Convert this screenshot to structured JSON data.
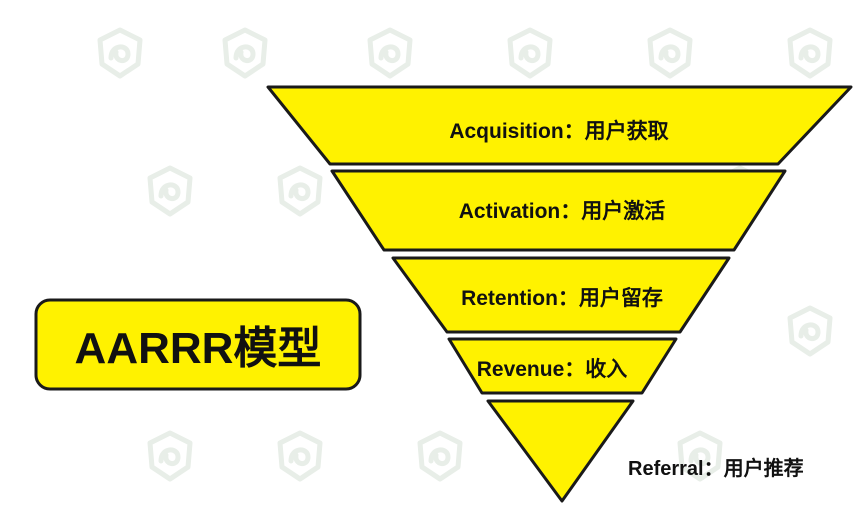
{
  "model": {
    "title": "AARRR模型"
  },
  "funnel": {
    "levels": [
      {
        "label": "Acquisition：用户获取"
      },
      {
        "label": "Activation：用户激活"
      },
      {
        "label": "Retention：用户留存"
      },
      {
        "label": "Revenue：收入"
      },
      {
        "label": "Referral：用户推荐"
      }
    ]
  },
  "colors": {
    "fill": "#fff200",
    "stroke": "#1a1a1a",
    "text": "#111111"
  },
  "watermark": {
    "icon": "shield-logo-icon"
  }
}
